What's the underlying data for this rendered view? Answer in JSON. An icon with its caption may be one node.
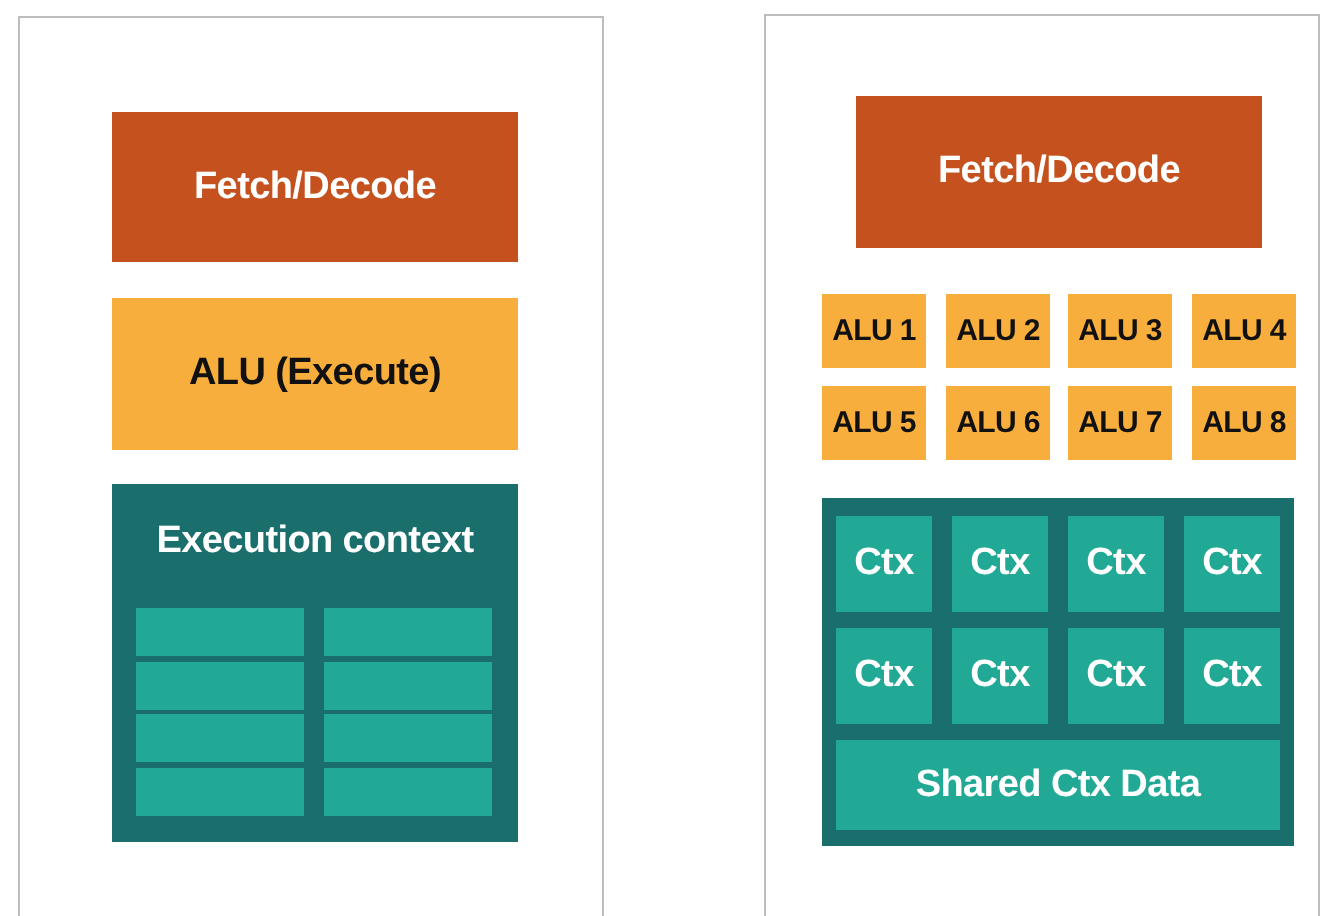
{
  "diagram": {
    "nodes": [
      {
        "text": [],
        "shape": "box"
      },
      {
        "text": [
          "Fetch/Decode"
        ],
        "in": 0
      },
      {
        "text": [
          "ALU (Execute)"
        ],
        "in": 0
      },
      {
        "text": [
          "Execution context"
        ],
        "in": 0
      },
      {
        "text": [],
        "shape": "box",
        "in": 3
      },
      {
        "text": [],
        "shape": "box",
        "in": 3
      },
      {
        "text": [],
        "shape": "box",
        "in": 3
      },
      {
        "text": [],
        "shape": "box",
        "in": 3
      },
      {
        "text": [],
        "shape": "box",
        "in": 3
      },
      {
        "text": [],
        "shape": "box",
        "in": 3
      },
      {
        "text": [],
        "shape": "box",
        "in": 3
      },
      {
        "text": [],
        "shape": "box",
        "in": 3
      },
      {
        "text": [],
        "shape": "box"
      },
      {
        "text": [
          "Fetch/Decode"
        ],
        "in": 12
      },
      {
        "text": [
          "ALU 1"
        ],
        "in": 12
      },
      {
        "text": [
          "ALU 2"
        ],
        "in": 12
      },
      {
        "text": [
          "ALU 3"
        ],
        "in": 12
      },
      {
        "text": [
          "ALU 4"
        ],
        "in": 12
      },
      {
        "text": [
          "ALU 5"
        ],
        "in": 12
      },
      {
        "text": [
          "ALU 6"
        ],
        "in": 12
      },
      {
        "text": [
          "ALU 7"
        ],
        "in": 12
      },
      {
        "text": [
          "ALU 8"
        ],
        "in": 12
      },
      {
        "text": [],
        "shape": "box",
        "in": 12
      },
      {
        "text": [
          "Ctx"
        ],
        "in": 22
      },
      {
        "text": [
          "Ctx"
        ],
        "in": 22
      },
      {
        "text": [
          "Ctx"
        ],
        "in": 22
      },
      {
        "text": [
          "Ctx"
        ],
        "in": 22
      },
      {
        "text": [
          "Ctx"
        ],
        "in": 22
      },
      {
        "text": [
          "Ctx"
        ],
        "in": 22
      },
      {
        "text": [
          "Ctx"
        ],
        "in": 22
      },
      {
        "text": [
          "Ctx"
        ],
        "in": 22
      },
      {
        "text": [
          "Shared Ctx Data"
        ],
        "in": 22
      }
    ]
  }
}
